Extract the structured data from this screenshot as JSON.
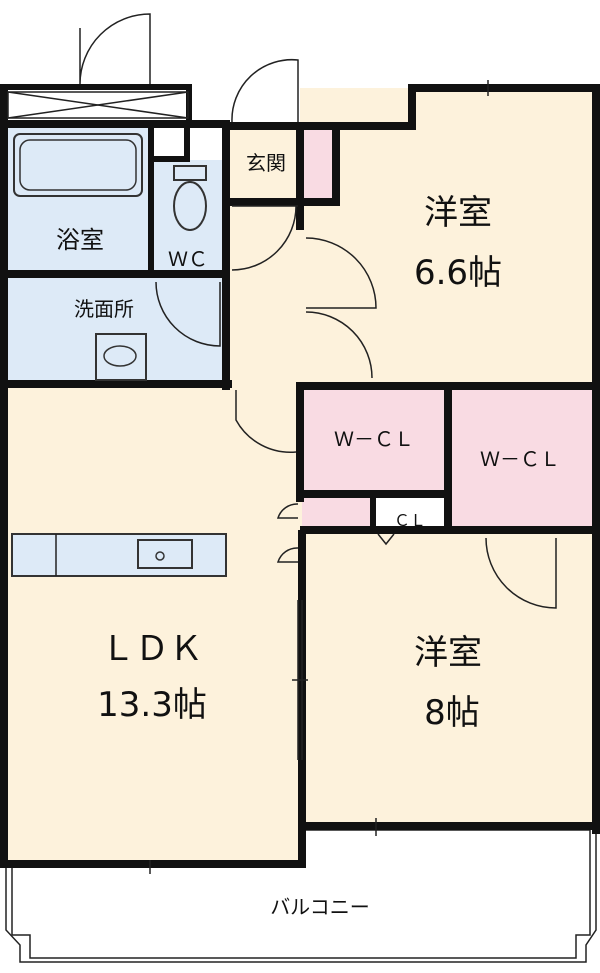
{
  "plan": {
    "rooms": {
      "western_top": {
        "name": "洋室",
        "size": "6.6帖"
      },
      "western_bottom": {
        "name": "洋室",
        "size": "8帖"
      },
      "ldk": {
        "name": "ＬＤＫ",
        "size": "13.3帖"
      },
      "bath": {
        "name": "浴室"
      },
      "wc": {
        "name": "ＷＣ"
      },
      "washroom": {
        "name": "洗面所"
      },
      "entrance": {
        "name": "玄関"
      },
      "wcl_left": {
        "name": "Ｗ－ＣＬ"
      },
      "wcl_right": {
        "name": "Ｗ－ＣＬ"
      },
      "cl": {
        "name": "ＣＬ"
      },
      "balcony": {
        "name": "バルコニー"
      }
    },
    "colors": {
      "wood_floor": "#fdf2dc",
      "wet_area": "#ddeaf7",
      "closet": "#f9dbe3",
      "wall": "#111111"
    }
  }
}
